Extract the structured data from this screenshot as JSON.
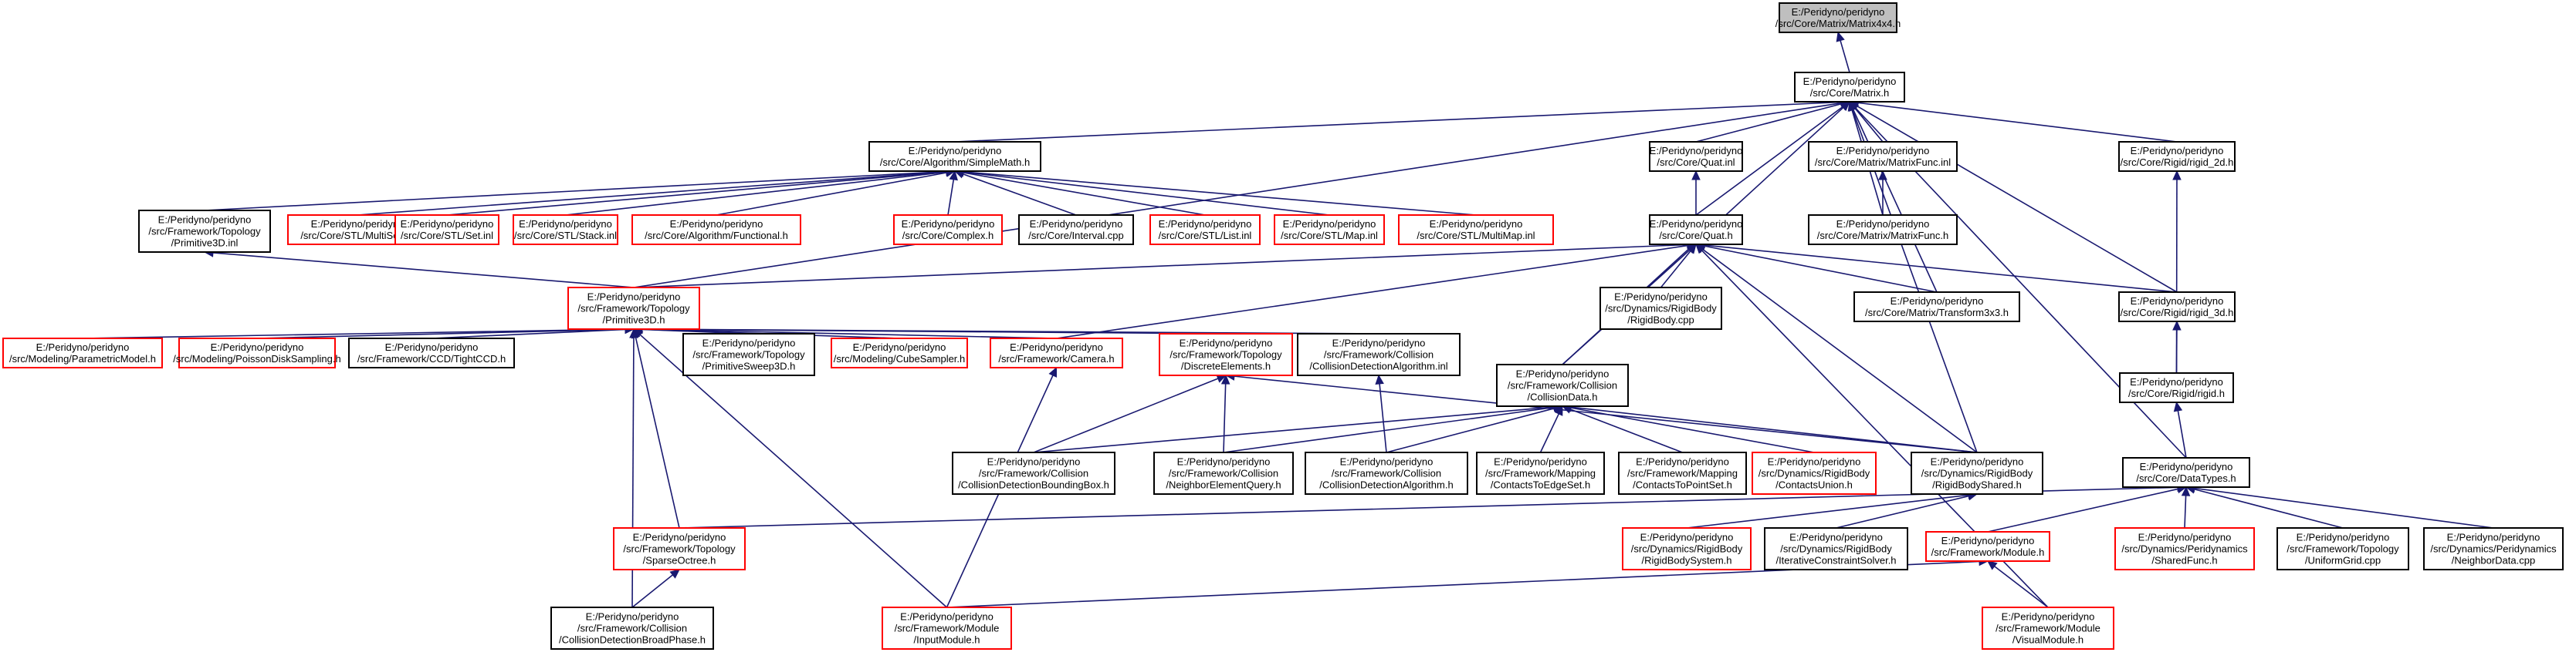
{
  "diagram": {
    "colors": {
      "root_fill": "#bfbfbf",
      "root_border": "#000000",
      "normal_border": "#000000",
      "truncated_border": "#ff0000",
      "edge": "#191970"
    },
    "nodes": [
      {
        "id": "matrix4x4",
        "lines": [
          "E:/Peridyno/peridyno",
          "/src/Core/Matrix/Matrix4x4.h"
        ],
        "style": "root"
      },
      {
        "id": "matrix",
        "lines": [
          "E:/Peridyno/peridyno",
          "/src/Core/Matrix.h"
        ],
        "style": "normal"
      },
      {
        "id": "simplemath",
        "lines": [
          "E:/Peridyno/peridyno",
          "/src/Core/Algorithm/SimpleMath.h"
        ],
        "style": "normal"
      },
      {
        "id": "quat_inl",
        "lines": [
          "E:/Peridyno/peridyno",
          "/src/Core/Quat.inl"
        ],
        "style": "normal"
      },
      {
        "id": "matrixfunc_inl",
        "lines": [
          "E:/Peridyno/peridyno",
          "/src/Core/Matrix/MatrixFunc.inl"
        ],
        "style": "normal"
      },
      {
        "id": "rigid2d",
        "lines": [
          "E:/Peridyno/peridyno",
          "/src/Core/Rigid/rigid_2d.h"
        ],
        "style": "normal"
      },
      {
        "id": "primitive3d_inl",
        "lines": [
          "E:/Peridyno/peridyno",
          "/src/Framework/Topology",
          "/Primitive3D.inl"
        ],
        "style": "normal"
      },
      {
        "id": "multiset",
        "lines": [
          "E:/Peridyno/peridyno",
          "/src/Core/STL/MultiSet.inl"
        ],
        "style": "truncated"
      },
      {
        "id": "set",
        "lines": [
          "E:/Peridyno/peridyno",
          "/src/Core/STL/Set.inl"
        ],
        "style": "truncated"
      },
      {
        "id": "stack",
        "lines": [
          "E:/Peridyno/peridyno",
          "/src/Core/STL/Stack.inl"
        ],
        "style": "truncated"
      },
      {
        "id": "functional",
        "lines": [
          "E:/Peridyno/peridyno",
          "/src/Core/Algorithm/Functional.h"
        ],
        "style": "truncated"
      },
      {
        "id": "complex",
        "lines": [
          "E:/Peridyno/peridyno",
          "/src/Core/Complex.h"
        ],
        "style": "truncated"
      },
      {
        "id": "interval",
        "lines": [
          "E:/Peridyno/peridyno",
          "/src/Core/Interval.cpp"
        ],
        "style": "normal"
      },
      {
        "id": "list",
        "lines": [
          "E:/Peridyno/peridyno",
          "/src/Core/STL/List.inl"
        ],
        "style": "truncated"
      },
      {
        "id": "map",
        "lines": [
          "E:/Peridyno/peridyno",
          "/src/Core/STL/Map.inl"
        ],
        "style": "truncated"
      },
      {
        "id": "multimap",
        "lines": [
          "E:/Peridyno/peridyno",
          "/src/Core/STL/MultiMap.inl"
        ],
        "style": "truncated"
      },
      {
        "id": "quat_h",
        "lines": [
          "E:/Peridyno/peridyno",
          "/src/Core/Quat.h"
        ],
        "style": "normal"
      },
      {
        "id": "matrixfunc_h",
        "lines": [
          "E:/Peridyno/peridyno",
          "/src/Core/Matrix/MatrixFunc.h"
        ],
        "style": "normal"
      },
      {
        "id": "primitive3d_h",
        "lines": [
          "E:/Peridyno/peridyno",
          "/src/Framework/Topology",
          "/Primitive3D.h"
        ],
        "style": "truncated"
      },
      {
        "id": "rigidbody_cpp",
        "lines": [
          "E:/Peridyno/peridyno",
          "/src/Dynamics/RigidBody",
          "/RigidBody.cpp"
        ],
        "style": "normal"
      },
      {
        "id": "transform3x3",
        "lines": [
          "E:/Peridyno/peridyno",
          "/src/Core/Matrix/Transform3x3.h"
        ],
        "style": "normal"
      },
      {
        "id": "rigid3d",
        "lines": [
          "E:/Peridyno/peridyno",
          "/src/Core/Rigid/rigid_3d.h"
        ],
        "style": "normal"
      },
      {
        "id": "parametricmodel",
        "lines": [
          "E:/Peridyno/peridyno",
          "/src/Modeling/ParametricModel.h"
        ],
        "style": "truncated"
      },
      {
        "id": "poissondisk",
        "lines": [
          "E:/Peridyno/peridyno",
          "/src/Modeling/PoissonDiskSampling.h"
        ],
        "style": "truncated"
      },
      {
        "id": "tightccd",
        "lines": [
          "E:/Peridyno/peridyno",
          "/src/Framework/CCD/TightCCD.h"
        ],
        "style": "normal"
      },
      {
        "id": "primitivesweep3d",
        "lines": [
          "E:/Peridyno/peridyno",
          "/src/Framework/Topology",
          "/PrimitiveSweep3D.h"
        ],
        "style": "normal"
      },
      {
        "id": "cubesampler",
        "lines": [
          "E:/Peridyno/peridyno",
          "/src/Modeling/CubeSampler.h"
        ],
        "style": "truncated"
      },
      {
        "id": "camera",
        "lines": [
          "E:/Peridyno/peridyno",
          "/src/Framework/Camera.h"
        ],
        "style": "truncated"
      },
      {
        "id": "discreteelements",
        "lines": [
          "E:/Peridyno/peridyno",
          "/src/Framework/Topology",
          "/DiscreteElements.h"
        ],
        "style": "truncated"
      },
      {
        "id": "cda_inl",
        "lines": [
          "E:/Peridyno/peridyno",
          "/src/Framework/Collision",
          "/CollisionDetectionAlgorithm.inl"
        ],
        "style": "normal"
      },
      {
        "id": "collisiondata",
        "lines": [
          "E:/Peridyno/peridyno",
          "/src/Framework/Collision",
          "/CollisionData.h"
        ],
        "style": "normal"
      },
      {
        "id": "rigid_h",
        "lines": [
          "E:/Peridyno/peridyno",
          "/src/Core/Rigid/rigid.h"
        ],
        "style": "normal"
      },
      {
        "id": "cdbb",
        "lines": [
          "E:/Peridyno/peridyno",
          "/src/Framework/Collision",
          "/CollisionDetectionBoundingBox.h"
        ],
        "style": "normal"
      },
      {
        "id": "neighborelement",
        "lines": [
          "E:/Peridyno/peridyno",
          "/src/Framework/Collision",
          "/NeighborElementQuery.h"
        ],
        "style": "normal"
      },
      {
        "id": "cda_h",
        "lines": [
          "E:/Peridyno/peridyno",
          "/src/Framework/Collision",
          "/CollisionDetectionAlgorithm.h"
        ],
        "style": "normal"
      },
      {
        "id": "contactstoedge",
        "lines": [
          "E:/Peridyno/peridyno",
          "/src/Framework/Mapping",
          "/ContactsToEdgeSet.h"
        ],
        "style": "normal"
      },
      {
        "id": "contactstopoint",
        "lines": [
          "E:/Peridyno/peridyno",
          "/src/Framework/Mapping",
          "/ContactsToPointSet.h"
        ],
        "style": "normal"
      },
      {
        "id": "contactsunion",
        "lines": [
          "E:/Peridyno/peridyno",
          "/src/Dynamics/RigidBody",
          "/ContactsUnion.h"
        ],
        "style": "truncated"
      },
      {
        "id": "rigidbodyshared",
        "lines": [
          "E:/Peridyno/peridyno",
          "/src/Dynamics/RigidBody",
          "/RigidBodyShared.h"
        ],
        "style": "normal"
      },
      {
        "id": "datatypes",
        "lines": [
          "E:/Peridyno/peridyno",
          "/src/Core/DataTypes.h"
        ],
        "style": "normal"
      },
      {
        "id": "sparseoctree",
        "lines": [
          "E:/Peridyno/peridyno",
          "/src/Framework/Topology",
          "/SparseOctree.h"
        ],
        "style": "truncated"
      },
      {
        "id": "rigidbodysystem",
        "lines": [
          "E:/Peridyno/peridyno",
          "/src/Dynamics/RigidBody",
          "/RigidBodySystem.h"
        ],
        "style": "truncated"
      },
      {
        "id": "iterativesolver",
        "lines": [
          "E:/Peridyno/peridyno",
          "/src/Dynamics/RigidBody",
          "/IterativeConstraintSolver.h"
        ],
        "style": "normal"
      },
      {
        "id": "module",
        "lines": [
          "E:/Peridyno/peridyno",
          "/src/Framework/Module.h"
        ],
        "style": "truncated"
      },
      {
        "id": "sharedfunc",
        "lines": [
          "E:/Peridyno/peridyno",
          "/src/Dynamics/Peridynamics",
          "/SharedFunc.h"
        ],
        "style": "truncated"
      },
      {
        "id": "uniformgrid",
        "lines": [
          "E:/Peridyno/peridyno",
          "/src/Framework/Topology",
          "/UniformGrid.cpp"
        ],
        "style": "normal"
      },
      {
        "id": "neighbordata",
        "lines": [
          "E:/Peridyno/peridyno",
          "/src/Dynamics/Peridynamics",
          "/NeighborData.cpp"
        ],
        "style": "normal"
      },
      {
        "id": "broadphase",
        "lines": [
          "E:/Peridyno/peridyno",
          "/src/Framework/Collision",
          "/CollisionDetectionBroadPhase.h"
        ],
        "style": "normal"
      },
      {
        "id": "inputmodule",
        "lines": [
          "E:/Peridyno/peridyno",
          "/src/Framework/Module",
          "/InputModule.h"
        ],
        "style": "truncated"
      },
      {
        "id": "visualmodule",
        "lines": [
          "E:/Peridyno/peridyno",
          "/src/Framework/Module",
          "/VisualModule.h"
        ],
        "style": "truncated"
      }
    ],
    "edges": [
      {
        "from": "matrix",
        "to": "matrix4x4"
      },
      {
        "from": "simplemath",
        "to": "matrix"
      },
      {
        "from": "quat_inl",
        "to": "matrix"
      },
      {
        "from": "matrixfunc_inl",
        "to": "matrix"
      },
      {
        "from": "rigid2d",
        "to": "matrix"
      },
      {
        "from": "quat_h",
        "to": "matrix"
      },
      {
        "from": "matrixfunc_h",
        "to": "matrix"
      },
      {
        "from": "transform3x3",
        "to": "matrix"
      },
      {
        "from": "rigid3d",
        "to": "matrix"
      },
      {
        "from": "primitive3d_h",
        "to": "matrix"
      },
      {
        "from": "collisiondata",
        "to": "matrix"
      },
      {
        "from": "rigidbodyshared",
        "to": "matrix"
      },
      {
        "from": "datatypes",
        "to": "matrix"
      },
      {
        "from": "primitive3d_inl",
        "to": "simplemath"
      },
      {
        "from": "multiset",
        "to": "simplemath"
      },
      {
        "from": "set",
        "to": "simplemath"
      },
      {
        "from": "stack",
        "to": "simplemath"
      },
      {
        "from": "functional",
        "to": "simplemath"
      },
      {
        "from": "complex",
        "to": "simplemath"
      },
      {
        "from": "interval",
        "to": "simplemath"
      },
      {
        "from": "list",
        "to": "simplemath"
      },
      {
        "from": "map",
        "to": "simplemath"
      },
      {
        "from": "multimap",
        "to": "simplemath"
      },
      {
        "from": "quat_h",
        "to": "quat_inl"
      },
      {
        "from": "matrixfunc_h",
        "to": "matrixfunc_inl"
      },
      {
        "from": "rigid_h",
        "to": "rigid2d"
      },
      {
        "from": "primitive3d_h",
        "to": "primitive3d_inl"
      },
      {
        "from": "rigidbody_cpp",
        "to": "quat_h"
      },
      {
        "from": "transform3x3",
        "to": "quat_h"
      },
      {
        "from": "rigid3d",
        "to": "quat_h"
      },
      {
        "from": "primitive3d_h",
        "to": "quat_h"
      },
      {
        "from": "camera",
        "to": "quat_h"
      },
      {
        "from": "collisiondata",
        "to": "quat_h"
      },
      {
        "from": "rigidbodyshared",
        "to": "quat_h"
      },
      {
        "from": "visualmodule",
        "to": "quat_h"
      },
      {
        "from": "rigid_h",
        "to": "rigid3d"
      },
      {
        "from": "parametricmodel",
        "to": "primitive3d_h"
      },
      {
        "from": "poissondisk",
        "to": "primitive3d_h"
      },
      {
        "from": "tightccd",
        "to": "primitive3d_h"
      },
      {
        "from": "primitivesweep3d",
        "to": "primitive3d_h"
      },
      {
        "from": "cubesampler",
        "to": "primitive3d_h"
      },
      {
        "from": "camera",
        "to": "primitive3d_h"
      },
      {
        "from": "discreteelements",
        "to": "primitive3d_h"
      },
      {
        "from": "cda_inl",
        "to": "primitive3d_h"
      },
      {
        "from": "sparseoctree",
        "to": "primitive3d_h"
      },
      {
        "from": "broadphase",
        "to": "primitive3d_h"
      },
      {
        "from": "inputmodule",
        "to": "primitive3d_h"
      },
      {
        "from": "inputmodule",
        "to": "camera"
      },
      {
        "from": "cdbb",
        "to": "discreteelements"
      },
      {
        "from": "neighborelement",
        "to": "discreteelements"
      },
      {
        "from": "rigidbodyshared",
        "to": "discreteelements"
      },
      {
        "from": "cda_h",
        "to": "cda_inl"
      },
      {
        "from": "cdbb",
        "to": "collisiondata"
      },
      {
        "from": "neighborelement",
        "to": "collisiondata"
      },
      {
        "from": "cda_h",
        "to": "collisiondata"
      },
      {
        "from": "contactstoedge",
        "to": "collisiondata"
      },
      {
        "from": "contactstopoint",
        "to": "collisiondata"
      },
      {
        "from": "contactsunion",
        "to": "collisiondata"
      },
      {
        "from": "rigidbodyshared",
        "to": "collisiondata"
      },
      {
        "from": "datatypes",
        "to": "rigid_h"
      },
      {
        "from": "rigidbodysystem",
        "to": "rigidbodyshared"
      },
      {
        "from": "iterativesolver",
        "to": "rigidbodyshared"
      },
      {
        "from": "sparseoctree",
        "to": "datatypes"
      },
      {
        "from": "module",
        "to": "datatypes"
      },
      {
        "from": "sharedfunc",
        "to": "datatypes"
      },
      {
        "from": "uniformgrid",
        "to": "datatypes"
      },
      {
        "from": "neighbordata",
        "to": "datatypes"
      },
      {
        "from": "broadphase",
        "to": "sparseoctree"
      },
      {
        "from": "inputmodule",
        "to": "module"
      },
      {
        "from": "visualmodule",
        "to": "module"
      }
    ]
  }
}
